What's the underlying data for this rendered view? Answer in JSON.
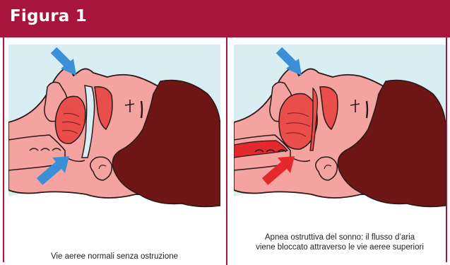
{
  "figure": {
    "title": "Figura 1",
    "colors": {
      "header": "#a8153c",
      "background": "#d9eef3",
      "skin": "#f4a3a0",
      "tissue": "#e94e4b",
      "hair": "#6e1515",
      "outline": "#2a1818",
      "arrow_blue": "#3a8fd6",
      "arrow_red": "#e3292c",
      "pillow": "#ffffff"
    },
    "panels": [
      {
        "caption_lines": [
          "Vie aeree normali senza ostruzione"
        ],
        "airway_state": "open",
        "arrow_color": "blue"
      },
      {
        "caption_lines": [
          "Apnea ostruttiva del sonno: il flusso d’aria",
          "viene bloccato attraverso le vie aeree superiori"
        ],
        "airway_state": "blocked",
        "arrow_color": "red"
      }
    ]
  }
}
